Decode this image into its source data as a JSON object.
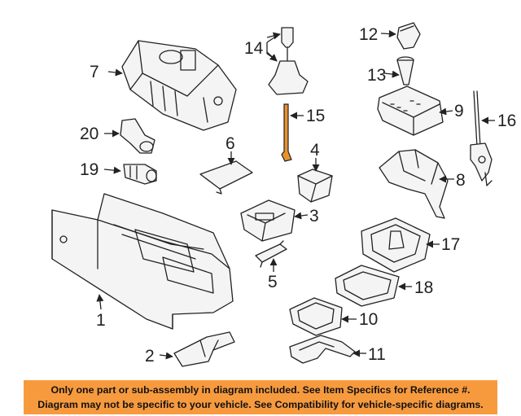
{
  "callouts": {
    "c1": "1",
    "c2": "2",
    "c3": "3",
    "c4": "4",
    "c5": "5",
    "c6": "6",
    "c7": "7",
    "c8": "8",
    "c9": "9",
    "c10": "10",
    "c11": "11",
    "c12": "12",
    "c13": "13",
    "c14": "14",
    "c15": "15",
    "c16": "16",
    "c17": "17",
    "c18": "18",
    "c19": "19",
    "c20": "20"
  },
  "highlight_color": "#e8912d",
  "banner": {
    "line1": "Only one part or sub-assembly in diagram included. See Item Specifics for Reference #.",
    "line2": "Diagram may not be specific to your vehicle. See Compatibility for vehicle-specific diagrams.",
    "color": "#f79a3e"
  }
}
